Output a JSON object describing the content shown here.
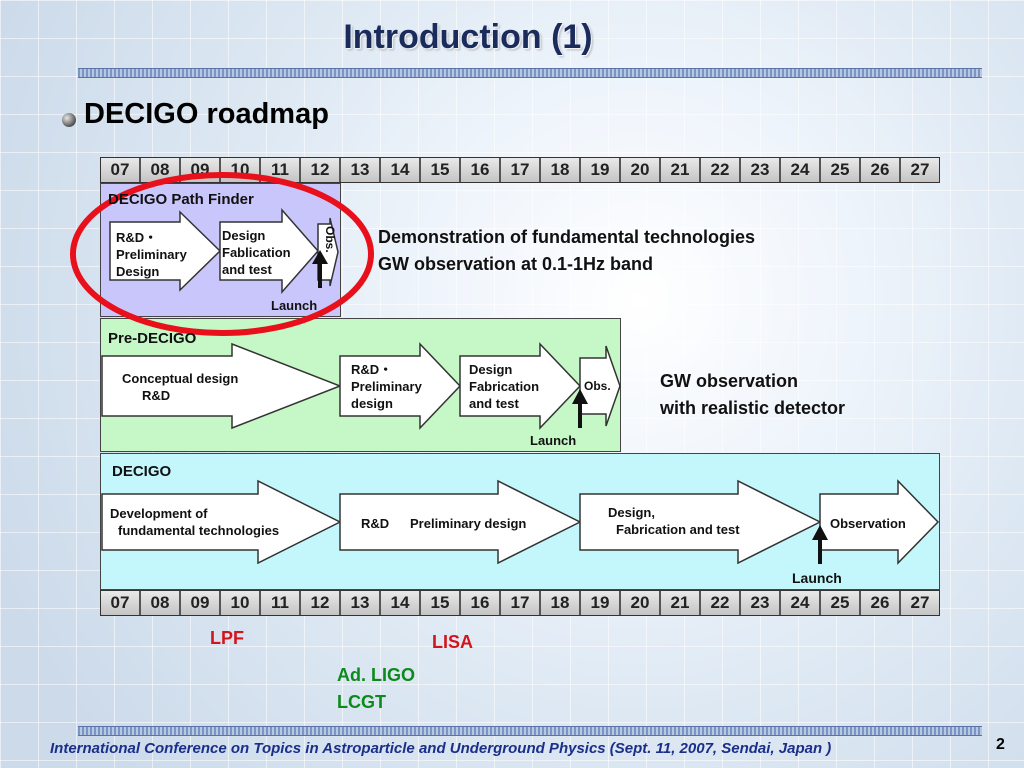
{
  "slide": {
    "title": "Introduction (1)",
    "subtitle": "DECIGO roadmap",
    "footer": "International Conference on Topics in Astroparticle and Underground Physics (Sept. 11, 2007, Sendai, Japan )",
    "page_number": "2"
  },
  "years": [
    "07",
    "08",
    "09",
    "10",
    "11",
    "12",
    "13",
    "14",
    "15",
    "16",
    "17",
    "18",
    "19",
    "20",
    "21",
    "22",
    "23",
    "24",
    "25",
    "26",
    "27"
  ],
  "phases": {
    "path_finder": {
      "title": "DECIGO Path Finder",
      "step1": [
        "R&D・",
        "Preliminary",
        "Design"
      ],
      "step2": [
        "Design",
        "Fablication",
        "and test"
      ],
      "step3": "Obs.",
      "launch": "Launch",
      "goal": [
        "Demonstration of fundamental technologies",
        "GW observation at 0.1-1Hz band"
      ]
    },
    "pre_decigo": {
      "title": "Pre-DECIGO",
      "step1": [
        "Conceptual design",
        "R&D"
      ],
      "step2": [
        "R&D・",
        "Preliminary",
        "design"
      ],
      "step3": [
        "Design",
        "Fabrication",
        "and test"
      ],
      "step4": "Obs.",
      "launch": "Launch",
      "goal": [
        "GW observation",
        "with realistic detector"
      ]
    },
    "decigo": {
      "title": "DECIGO",
      "step1": [
        "Development of",
        "fundamental technologies"
      ],
      "step2a": "R&D",
      "step2b": "Preliminary design",
      "step3": [
        "Design,",
        "Fabrication and test"
      ],
      "step4": "Observation",
      "launch": "Launch"
    }
  },
  "missions": {
    "lpf": "LPF",
    "lisa": "LISA",
    "adligo": "Ad. LIGO",
    "lcgt": "LCGT"
  },
  "colors": {
    "path_finder_bg": "#c9c6fb",
    "pre_decigo_bg": "#c6f7c6",
    "decigo_bg": "#c3f7fb",
    "highlight_circle": "#e8101a",
    "lpf_lisa": "#d4141c",
    "ligo_lcgt": "#0c8a1c"
  }
}
